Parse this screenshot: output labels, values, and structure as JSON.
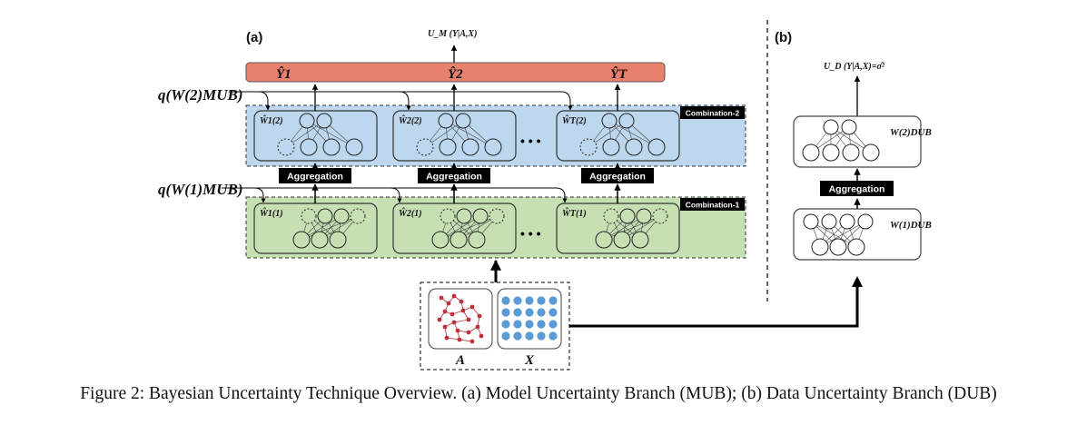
{
  "panel_a": {
    "label": "(a)",
    "top_output": "U_M (Y|A,X)",
    "outputs": [
      "Ŷ1",
      "Ŷ2",
      "ŶT"
    ],
    "q2": "q(W(2)MUB)",
    "q1": "q(W(1)MUB)",
    "combination2_tag": "Combination-2",
    "combination1_tag": "Combination-1",
    "aggregation_label": "Aggregation",
    "ellipsis": "• • •",
    "layer2_weights": [
      "Ŵ1(2)",
      "Ŵ2(2)",
      "ŴT(2)"
    ],
    "layer1_weights": [
      "Ŵ1(1)",
      "Ŵ2(1)",
      "ŴT(1)"
    ],
    "input_a": "A",
    "input_x": "X"
  },
  "panel_b": {
    "label": "(b)",
    "top_output": "U_D (Y|A,X)=σ̂²",
    "w2": "W(2)DUB",
    "w1": "W(1)DUB",
    "aggregation_label": "Aggregation"
  },
  "caption": "Figure 2: Bayesian Uncertainty Technique Overview. (a) Model Uncertainty Branch (MUB); (b) Data Uncertainty Branch (DUB)",
  "colors": {
    "output_bar": "#e8806e",
    "combination2_fill": "#bdd7ee",
    "combination1_fill": "#c6e0b4",
    "graph_red": "#c0303a",
    "feature_blue": "#5b9bd5",
    "tag_bg": "#000000"
  }
}
